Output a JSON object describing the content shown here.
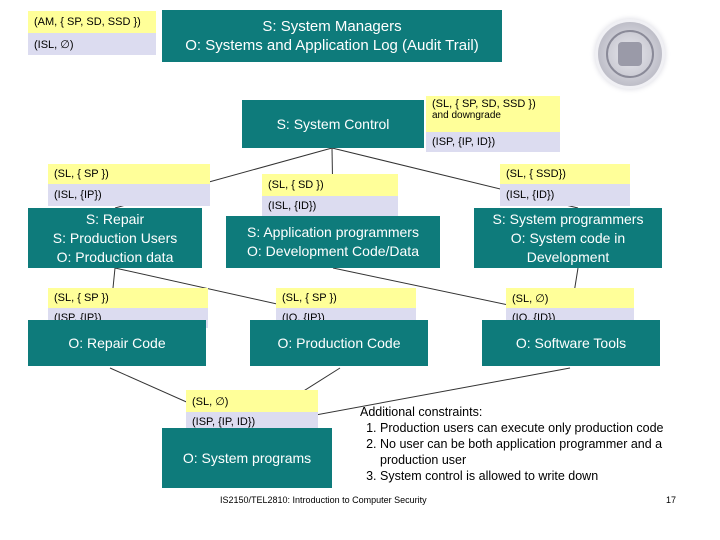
{
  "managers": {
    "labels": [
      "(AM, { SP, SD, SSD })",
      "(ISL, ∅)"
    ],
    "subject": "S: System Managers",
    "object": "O: Systems and Application Log (Audit Trail)"
  },
  "control": {
    "title": "S: System Control",
    "label_top": "(SL, { SP, SD, SSD })",
    "label_note": "and downgrade",
    "label_bottom": "(ISP, {IP, ID})"
  },
  "repair": {
    "labels": [
      "(SL, { SP })",
      "(ISL, {IP})"
    ],
    "lines": [
      "S: Repair",
      "S: Production Users",
      "O: Production data"
    ]
  },
  "appprog": {
    "labels": [
      "(SL, { SD })",
      "(ISL, {ID})"
    ],
    "lines": [
      "S: Application programmers",
      "O: Development Code/Data"
    ]
  },
  "sysprog": {
    "labels": [
      "(SL, { SSD})",
      "(ISL, {ID})"
    ],
    "lines": [
      "S: System programmers",
      "O: System code in",
      "Development"
    ]
  },
  "repair_code": {
    "labels": [
      "(SL, { SP })",
      "(ISP, {IP})"
    ],
    "title": "O: Repair Code"
  },
  "prod_code": {
    "labels": [
      "(SL, { SP })",
      "(IO, {IP})"
    ],
    "title": "O: Production Code"
  },
  "tools": {
    "labels": [
      "(SL, ∅)",
      "(IO, {ID})"
    ],
    "title": "O: Software Tools"
  },
  "programs": {
    "labels": [
      "(SL, ∅)",
      "(ISP, {IP, ID})"
    ],
    "title": "O: System programs"
  },
  "notes": {
    "heading": "Additional constraints:",
    "items": [
      "Production users can execute only production code",
      "No user can be both application programmer and a production user",
      "System control is allowed to write down"
    ]
  },
  "footer": "IS2150/TEL2810: Introduction to Computer Security",
  "page_number": "17",
  "colors": {
    "box": "#0e7b7b",
    "label_yellow": "#ffff99",
    "label_lavender": "#dcdcf0"
  }
}
